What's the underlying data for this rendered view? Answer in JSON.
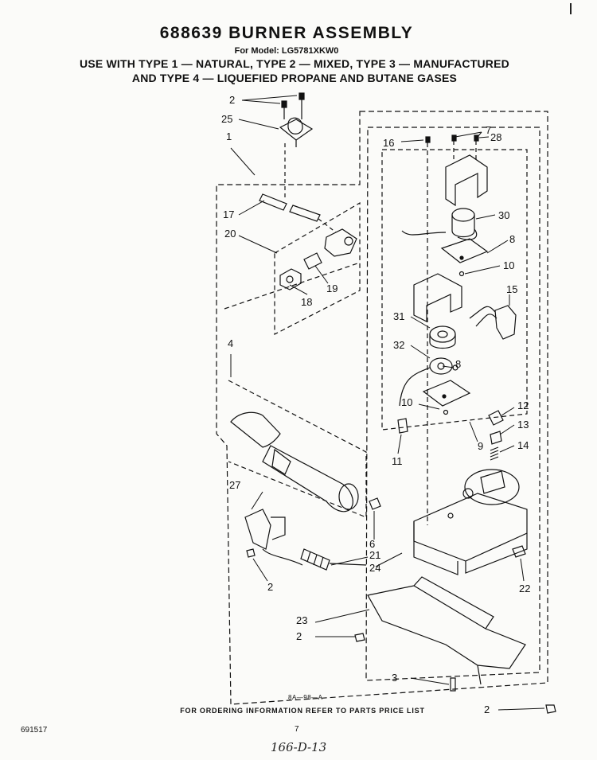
{
  "header": {
    "title": "688639 BURNER ASSEMBLY",
    "model": "For Model: LG5781XKW0",
    "uses_line1": "USE WITH TYPE 1 — NATURAL, TYPE 2 — MIXED, TYPE 3 — MANUFACTURED",
    "uses_line2": "AND TYPE 4 — LIQUEFIED PROPANE AND BUTANE GASES"
  },
  "part_labels": {
    "p2_top": "2",
    "p25": "25",
    "p1": "1",
    "p17": "17",
    "p20": "20",
    "p18": "18",
    "p19": "19",
    "p4": "4",
    "p27": "27",
    "p2_left": "2",
    "p6": "6",
    "p21": "21",
    "p24": "24",
    "p16": "16",
    "p7": "7",
    "p28": "28",
    "p30": "30",
    "p8_top": "8",
    "p10_top": "10",
    "p15": "15",
    "p31": "31",
    "p32": "32",
    "p8_mid": "8",
    "p10_mid": "10",
    "p11": "11",
    "p9": "9",
    "p12": "12",
    "p13": "13",
    "p14": "14",
    "p22": "22",
    "p23": "23",
    "p2_bottom": "2",
    "p3": "3",
    "p2_right": "2"
  },
  "figure_code": "8A—98—A",
  "footer": {
    "note": "FOR ORDERING INFORMATION REFER TO PARTS PRICE LIST",
    "doc_number": "691517",
    "page_number": "7",
    "handwritten": "166-D-13"
  }
}
